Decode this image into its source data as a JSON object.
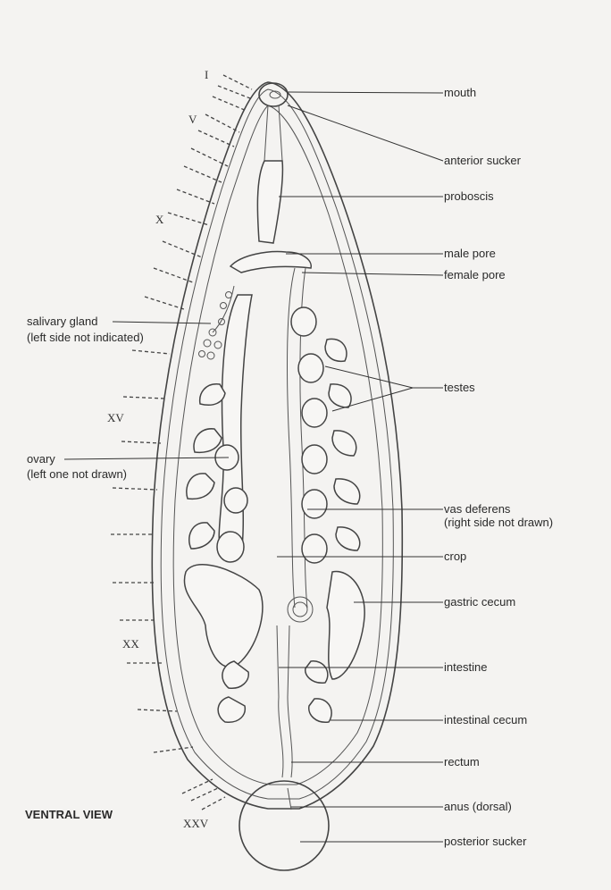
{
  "figure": {
    "view_label": "VENTRAL VIEW",
    "segment_labels": {
      "s1": "I",
      "s5": "V",
      "s10": "X",
      "s15": "XV",
      "s20": "XX",
      "s25": "XXV"
    },
    "labels": {
      "mouth": "mouth",
      "anterior_sucker": "anterior sucker",
      "proboscis": "proboscis",
      "male_pore": "male pore",
      "female_pore": "female pore",
      "salivary_gland": "salivary gland",
      "salivary_gland_note": "(left side not indicated)",
      "testes": "testes",
      "ovary": "ovary",
      "ovary_note": "(left one not drawn)",
      "vas_deferens": "vas deferens",
      "vas_deferens_note": "(right side not drawn)",
      "crop": "crop",
      "gastric_cecum": "gastric cecum",
      "intestine": "intestine",
      "intestinal_cecum": "intestinal cecum",
      "rectum": "rectum",
      "anus": "anus (dorsal)",
      "posterior_sucker": "posterior sucker"
    }
  }
}
